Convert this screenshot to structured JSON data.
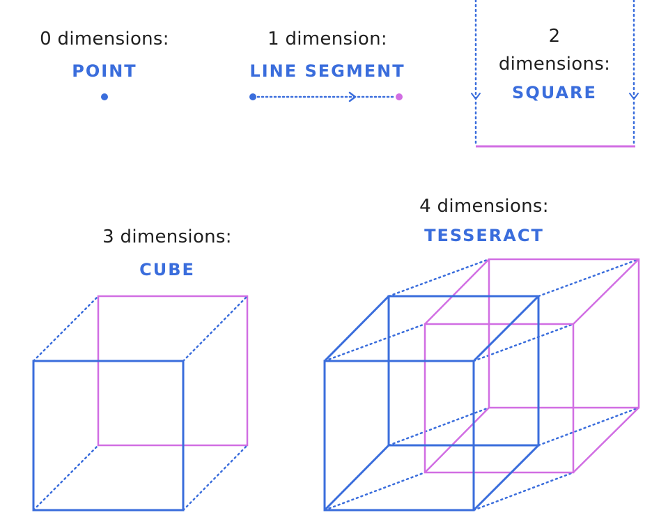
{
  "colors": {
    "blue": "#3a6ddc",
    "magenta": "#d16ee3",
    "text": "#1f1f1f"
  },
  "stages": {
    "point": {
      "caption": "0 dimensions:",
      "name": "POINT"
    },
    "line_segment": {
      "caption": "1 dimension:",
      "name": "LINE SEGMENT"
    },
    "square": {
      "caption_line1": "2",
      "caption_line2": "dimensions:",
      "name": "SQUARE"
    },
    "cube": {
      "caption": "3 dimensions:",
      "name": "CUBE"
    },
    "tesseract": {
      "caption": "4 dimensions:",
      "name": "TESSERACT"
    }
  }
}
